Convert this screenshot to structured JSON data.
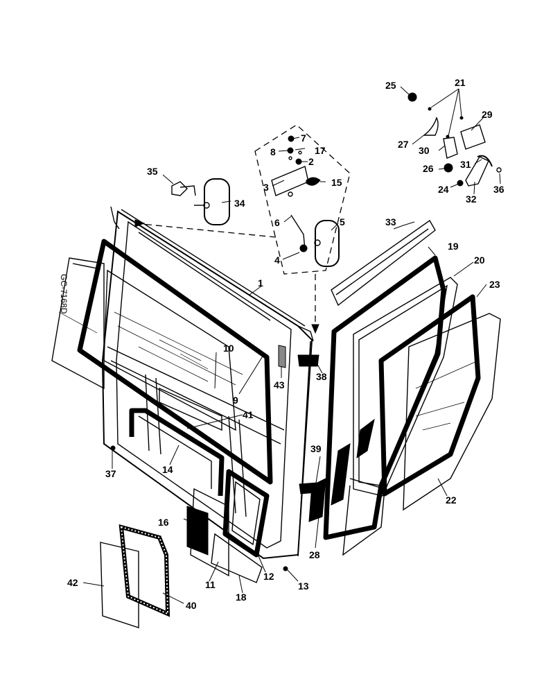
{
  "drawing": {
    "code": "GC-7168D",
    "callouts": [
      {
        "id": "c1",
        "label": "1"
      },
      {
        "id": "c2",
        "label": "2"
      },
      {
        "id": "c3",
        "label": "3"
      },
      {
        "id": "c4",
        "label": "4"
      },
      {
        "id": "c5",
        "label": "5"
      },
      {
        "id": "c6",
        "label": "6"
      },
      {
        "id": "c7",
        "label": "7"
      },
      {
        "id": "c8",
        "label": "8"
      },
      {
        "id": "c9",
        "label": "9"
      },
      {
        "id": "c10",
        "label": "10"
      },
      {
        "id": "c11",
        "label": "11"
      },
      {
        "id": "c12",
        "label": "12"
      },
      {
        "id": "c13",
        "label": "13"
      },
      {
        "id": "c14",
        "label": "14"
      },
      {
        "id": "c15",
        "label": "15"
      },
      {
        "id": "c16",
        "label": "16"
      },
      {
        "id": "c17",
        "label": "17"
      },
      {
        "id": "c18",
        "label": "18"
      },
      {
        "id": "c19",
        "label": "19"
      },
      {
        "id": "c20",
        "label": "20"
      },
      {
        "id": "c21",
        "label": "21"
      },
      {
        "id": "c22",
        "label": "22"
      },
      {
        "id": "c23",
        "label": "23"
      },
      {
        "id": "c24",
        "label": "24"
      },
      {
        "id": "c25",
        "label": "25"
      },
      {
        "id": "c26",
        "label": "26"
      },
      {
        "id": "c27",
        "label": "27"
      },
      {
        "id": "c28",
        "label": "28"
      },
      {
        "id": "c29",
        "label": "29"
      },
      {
        "id": "c30",
        "label": "30"
      },
      {
        "id": "c31",
        "label": "31"
      },
      {
        "id": "c32",
        "label": "32"
      },
      {
        "id": "c33",
        "label": "33"
      },
      {
        "id": "c34",
        "label": "34"
      },
      {
        "id": "c35",
        "label": "35"
      },
      {
        "id": "c36",
        "label": "36"
      },
      {
        "id": "c37",
        "label": "37"
      },
      {
        "id": "c38",
        "label": "38"
      },
      {
        "id": "c39",
        "label": "39"
      },
      {
        "id": "c40",
        "label": "40"
      },
      {
        "id": "c41",
        "label": "41"
      },
      {
        "id": "c42",
        "label": "42"
      },
      {
        "id": "c43",
        "label": "43"
      }
    ]
  }
}
